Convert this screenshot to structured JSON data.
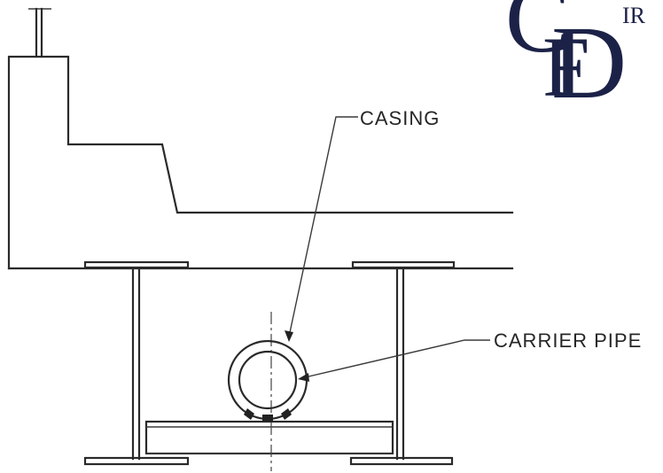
{
  "labels": {
    "casing": "CASING",
    "carrier_pipe": "CARRIER PIPE"
  },
  "logo": {
    "letters": "CFD",
    "partial_text": "IR",
    "color": "#1c2247"
  },
  "colors": {
    "line": "#2a2a2a",
    "background": "#ffffff"
  }
}
